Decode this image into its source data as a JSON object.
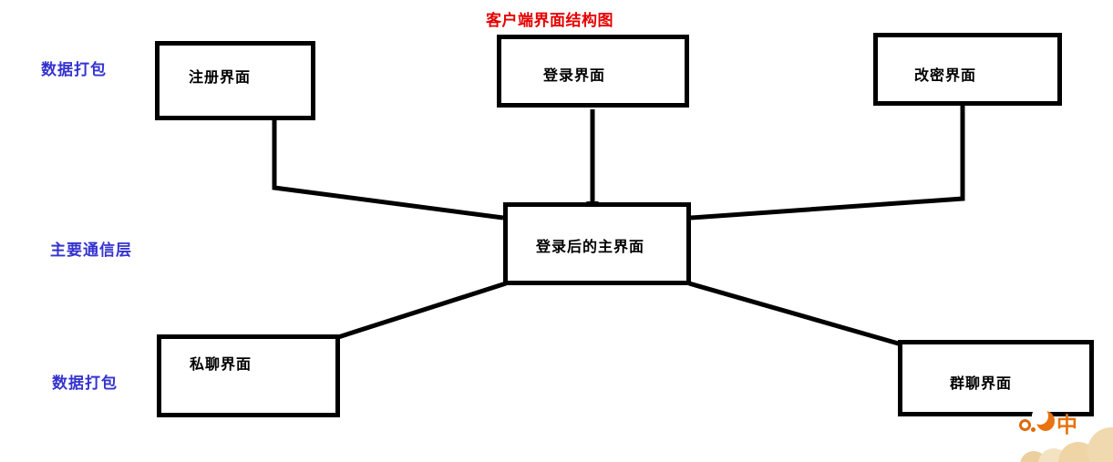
{
  "title": {
    "text": "客户端界面结构图"
  },
  "section_labels": [
    {
      "text": "数据打包"
    },
    {
      "text": "主要通信层"
    },
    {
      "text": "数据打包"
    }
  ],
  "nodes": [
    {
      "id": "register",
      "label": "注册界面"
    },
    {
      "id": "login",
      "label": "登录界面"
    },
    {
      "id": "change-password",
      "label": "改密界面"
    },
    {
      "id": "main",
      "label": "登录后的主界面"
    },
    {
      "id": "private-chat",
      "label": "私聊界面"
    },
    {
      "id": "group-chat",
      "label": "群聊界面"
    }
  ],
  "edges": [
    {
      "from": "login",
      "to": "main"
    },
    {
      "from": "register",
      "to": "main"
    },
    {
      "from": "change-password",
      "to": "main"
    },
    {
      "from": "main",
      "to": "private-chat"
    },
    {
      "from": "main",
      "to": "group-chat"
    }
  ],
  "colors": {
    "title": "#e60000",
    "section_label": "#3533cf",
    "connector": "#000000",
    "node_border": "#000000",
    "node_background": "#ffffff",
    "watermark_orange": "#e87311",
    "watermark_beige": "#f0d9ae"
  },
  "watermark": {
    "glyph": "中"
  }
}
